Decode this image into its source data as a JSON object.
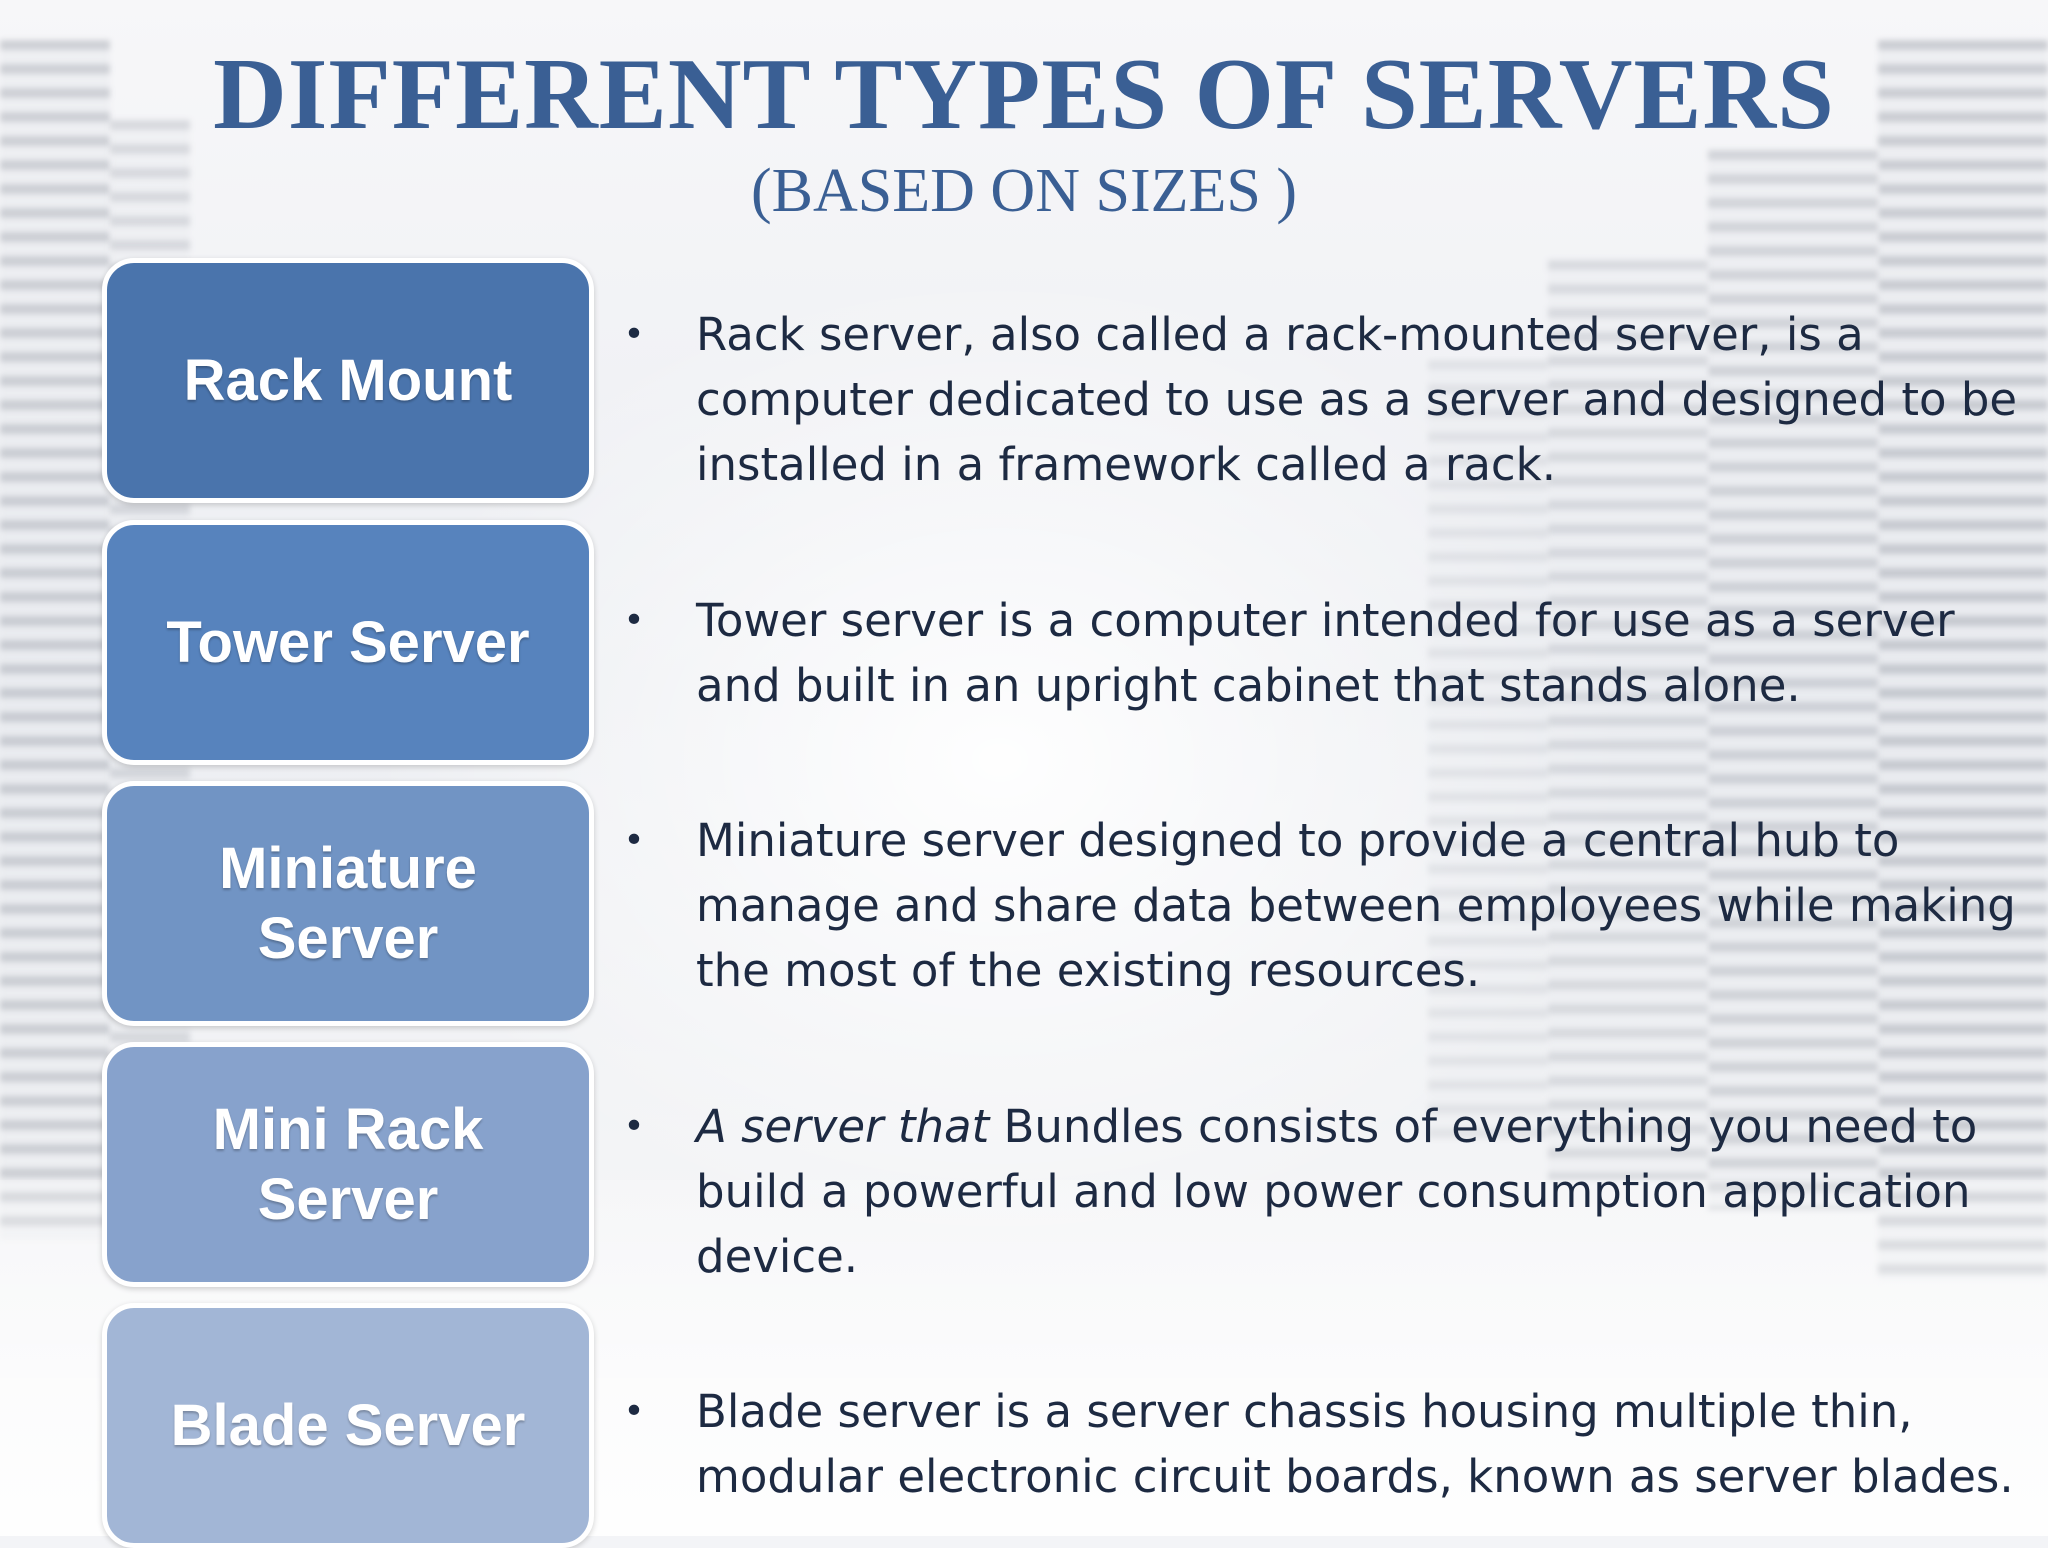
{
  "slide": {
    "title": "DIFFERENT TYPES OF SERVERS",
    "subtitle": "(BASED ON SIZES )"
  },
  "server_types": [
    {
      "label": "Rack Mount",
      "color": "#4a74ac",
      "description": "Rack server, also called a rack-mounted server, is a computer dedicated to use as a server and designed to be installed in a framework called a rack."
    },
    {
      "label": "Tower Server",
      "color": "#5783bd",
      "description": "Tower server is a computer intended for use as a server and built in an upright cabinet that stands alone."
    },
    {
      "label": "Miniature Server",
      "color": "#7194c4",
      "description": "Miniature server designed to provide a central hub to manage and share data between employees while making the most of the existing resources."
    },
    {
      "label": "Mini Rack Server",
      "color": "#87a2cc",
      "description_italic": "A  server that",
      "description": " Bundles consists of everything you need to build a powerful and low power consumption application device."
    },
    {
      "label": "Blade Server",
      "color": "#a2b6d6",
      "description": "Blade server is a server chassis housing multiple thin, modular electronic circuit boards, known as server blades."
    }
  ],
  "bullet_glyph": "•",
  "colors": {
    "title": "#3a5f94",
    "body_text": "#1d2a42"
  }
}
